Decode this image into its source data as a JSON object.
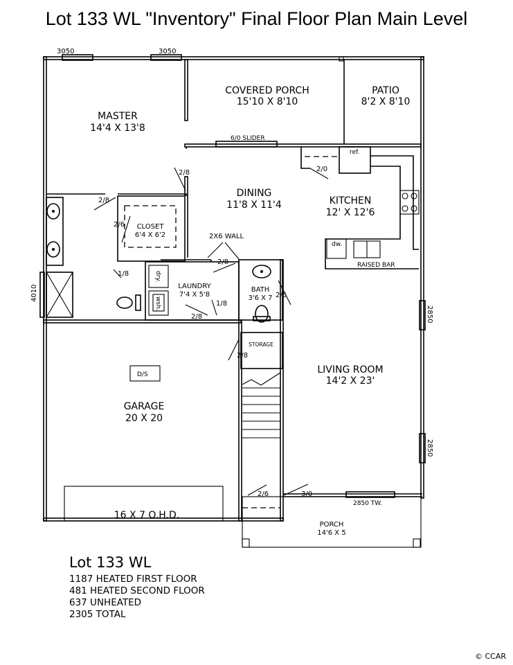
{
  "title": "Lot 133 WL \"Inventory\" Final Floor Plan Main Level",
  "rooms": {
    "master": {
      "name": "MASTER",
      "size": "14'4 X 13'8"
    },
    "covered_porch": {
      "name": "COVERED PORCH",
      "size": "15'10 X 8'10"
    },
    "patio": {
      "name": "PATIO",
      "size": "8'2 X 8'10"
    },
    "dining": {
      "name": "DINING",
      "size": "11'8 X 11'4"
    },
    "kitchen": {
      "name": "KITCHEN",
      "size": "12' X 12'6"
    },
    "closet": {
      "name": "CLOSET",
      "size": "6'4 X 6'2"
    },
    "laundry": {
      "name": "LAUNDRY",
      "size": "7'4 X 5'8"
    },
    "bath": {
      "name": "BATH",
      "size": "3'6 X 7"
    },
    "storage": {
      "name": "STORAGE"
    },
    "living": {
      "name": "LIVING ROOM",
      "size": "14'2 X 23'"
    },
    "garage": {
      "name": "GARAGE",
      "size": "20 X 20"
    },
    "porch": {
      "name": "PORCH",
      "size": "14'6 X 5"
    }
  },
  "labels": {
    "window_3050": "3050",
    "window_4010": "4010",
    "window_2850": "2850",
    "window_2850tw": "2850 TW.",
    "slider": "6/0 SLIDER",
    "door_28": "2/8",
    "door_26": "2/6",
    "door_18": "1/8",
    "door_20": "2/0",
    "door_30": "3/0",
    "wall_2x6": "2X6 WALL",
    "ref": "ref.",
    "dw": "dw.",
    "raised_bar": "RAISED BAR",
    "dryer": "dry.",
    "washer": "wsh.",
    "ds": "D/S",
    "ohd": "16 X 7 O.H.D."
  },
  "summary": {
    "heading": "Lot 133 WL",
    "lines": [
      "1187 HEATED FIRST FLOOR",
      "481 HEATED SECOND FLOOR",
      "637 UNHEATED",
      "2305 TOTAL"
    ]
  },
  "watermark": "© CCAR"
}
